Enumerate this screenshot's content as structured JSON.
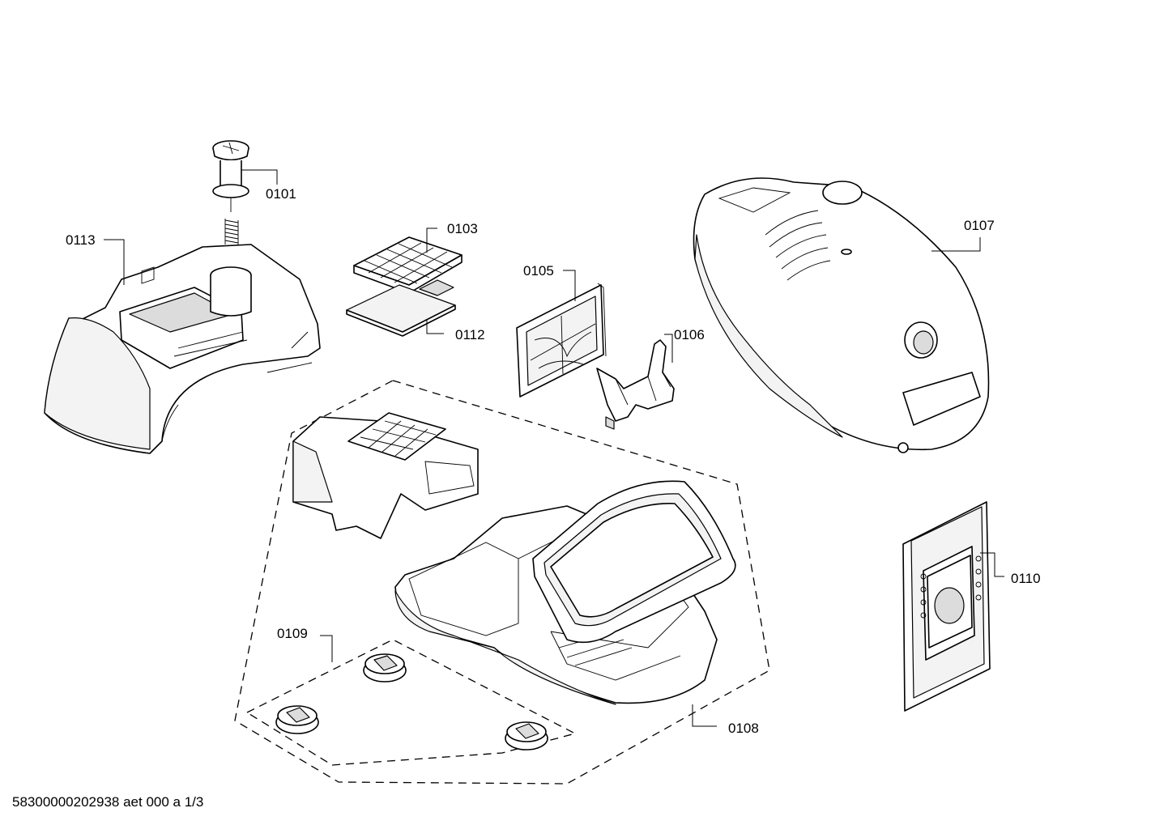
{
  "diagram": {
    "labels": {
      "p0101": "0101",
      "p0103": "0103",
      "p0105": "0105",
      "p0106": "0106",
      "p0107": "0107",
      "p0108": "0108",
      "p0109": "0109",
      "p0110": "0110",
      "p0112": "0112",
      "p0113": "0113"
    },
    "footer": "58300000202938 aet 000 a 1/3"
  },
  "colors": {
    "line": "#000000",
    "background": "#ffffff",
    "shade": "#dcdcdc"
  }
}
